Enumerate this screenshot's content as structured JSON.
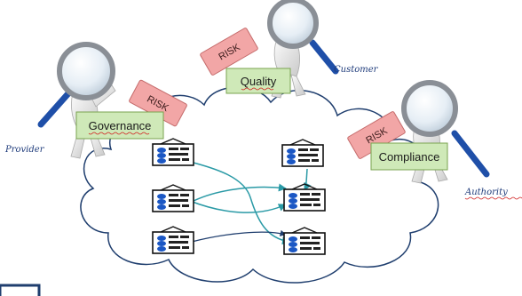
{
  "risk_tags": [
    "RISK",
    "RISK",
    "RISK"
  ],
  "boxes": {
    "governance": "Governance",
    "quality": "Quality",
    "compliance": "Compliance"
  },
  "actors": {
    "provider": "Provider",
    "customer": "Customer",
    "authority": "Authority"
  },
  "colors": {
    "cloud_stroke": "#1f3e6e",
    "box_fill": "#cfe9b8",
    "box_stroke": "#7aa34f",
    "risk_fill": "#f2a6a6",
    "risk_stroke": "#c46a6a",
    "flow_arrow": "#2a9aa6",
    "handwriting": "#1d3a7a",
    "service_icon": "#1b57c4"
  },
  "icons": [
    "magnifier-icon",
    "stick-figure-icon",
    "service-document-icon",
    "flow-arrow-icon"
  ]
}
